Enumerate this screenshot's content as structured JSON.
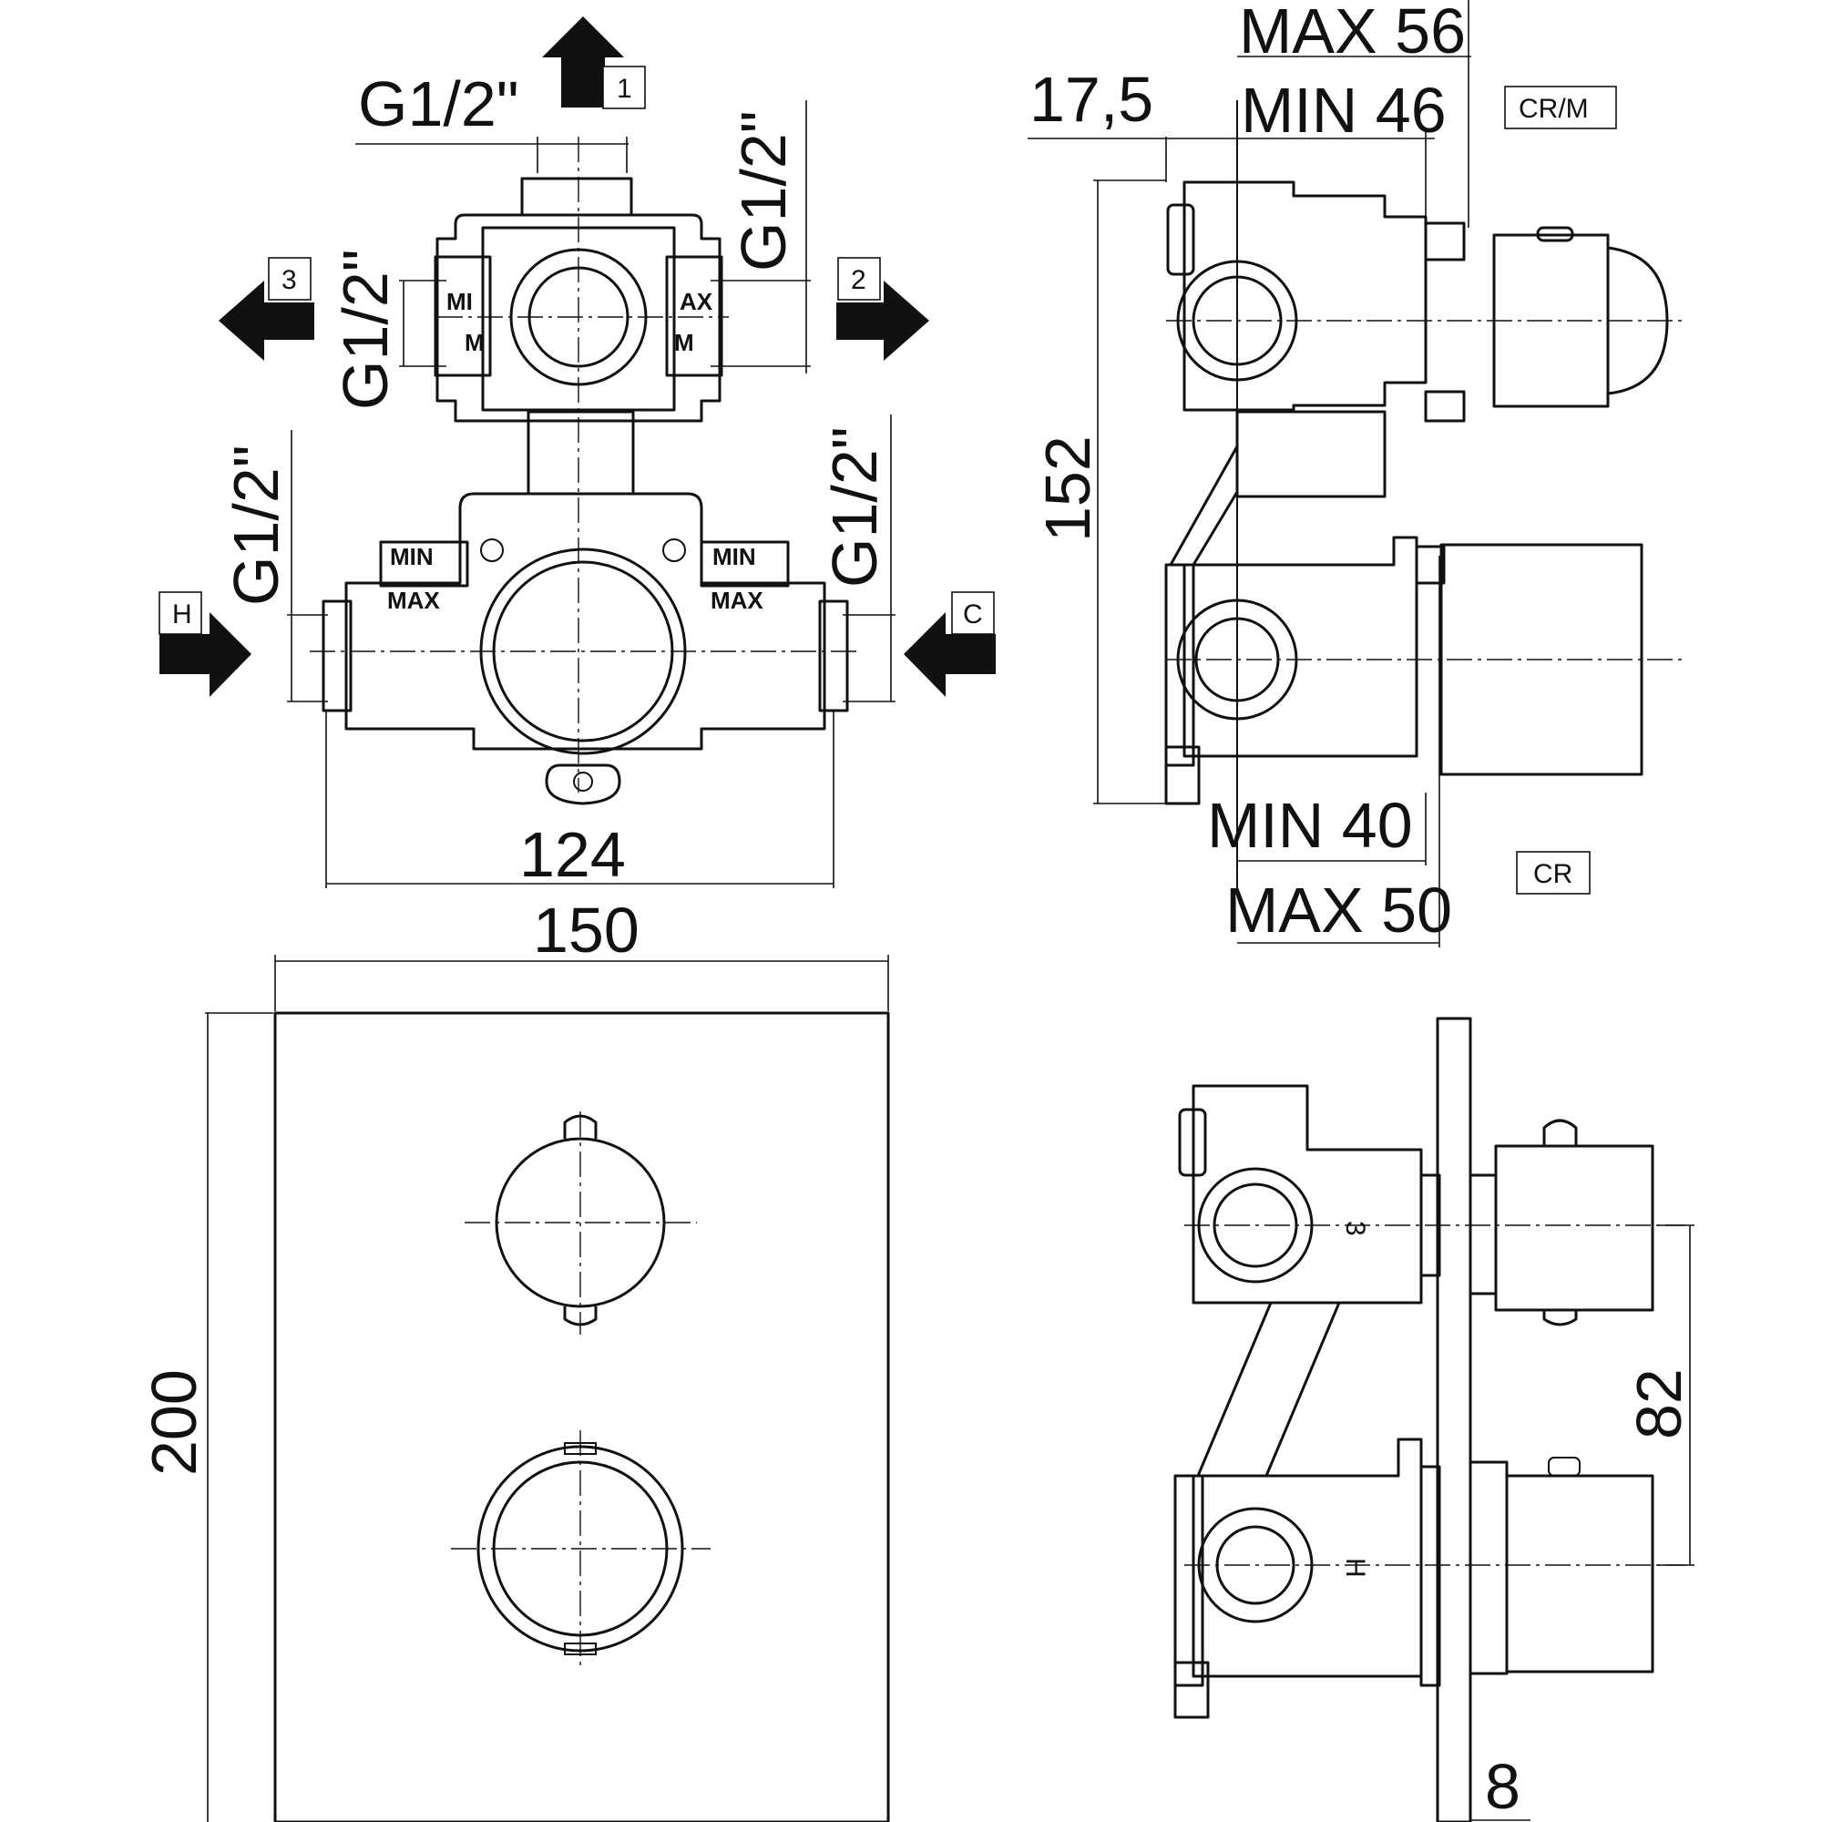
{
  "dimensions": {
    "top_thread": "G1/2\"",
    "outlet2_thread": "G1/2\"",
    "outlet3_thread": "G1/2\"",
    "hot_thread": "G1/2\"",
    "cold_thread": "G1/2\"",
    "body_width": "124",
    "plate_width": "150",
    "plate_height": "200",
    "side_offset": "17,5",
    "depth_max_crm": "MAX 56",
    "depth_min_crm": "MIN 46",
    "depth_min_cr": "MIN 40",
    "depth_max_cr": "MAX 50",
    "body_height": "152",
    "axis_spacing": "82",
    "plate_thickness": "8"
  },
  "ports": {
    "outlet1": "1",
    "outlet2": "2",
    "outlet3": "3",
    "hot": "H",
    "cold": "C"
  },
  "markings": {
    "min": "MIN",
    "max": "MAX",
    "min_trunc": "MI",
    "max_trunc": "AX",
    "m": "M",
    "port3": "3",
    "portH": "H"
  },
  "variants": {
    "crm": "CR/M",
    "cr": "CR"
  }
}
